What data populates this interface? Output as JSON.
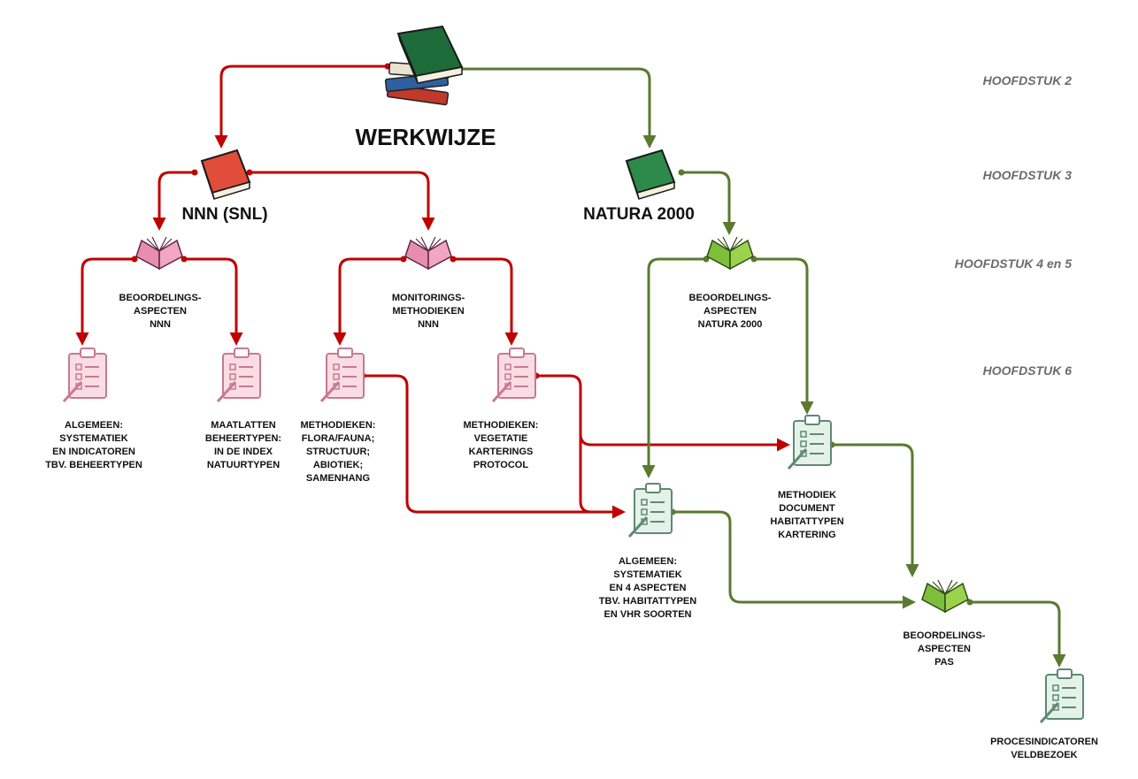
{
  "chapters": [
    "HOOFDSTUK 2",
    "HOOFDSTUK 3",
    "HOOFDSTUK 4 en 5",
    "HOOFDSTUK 6"
  ],
  "root": {
    "title": "WERKWIJZE",
    "icon": "stack-of-books-icon"
  },
  "branches": {
    "nnn": {
      "title": "NNN (SNL)",
      "icon": "red-book-icon",
      "color": "#c00000"
    },
    "natura": {
      "title": "NATURA 2000",
      "icon": "green-book-icon",
      "color": "#5a7a2e"
    }
  },
  "level3": {
    "nnn_beoordeling": [
      "BEOORDELINGS-",
      "ASPECTEN",
      "NNN"
    ],
    "nnn_monitoring": [
      "MONITORINGS-",
      "METHODIEKEN",
      "NNN"
    ],
    "natura_beoordeling": [
      "BEOORDELINGS-",
      "ASPECTEN",
      "NATURA 2000"
    ],
    "pas_beoordeling": [
      "BEOORDELINGS-",
      "ASPECTEN",
      "PAS"
    ]
  },
  "documents": {
    "algemeen_nnn": [
      "ALGEMEEN:",
      "SYSTEMATIEK",
      "EN INDICATOREN",
      "TBV. BEHEERTYPEN"
    ],
    "maatlatten": [
      "MAATLATTEN",
      "BEHEERTYPEN:",
      "IN DE INDEX",
      "NATUURTYPEN"
    ],
    "methodieken_flora": [
      "METHODIEKEN:",
      "FLORA/FAUNA;",
      "STRUCTUUR;",
      "ABIOTIEK;",
      "SAMENHANG"
    ],
    "methodieken_vegetatie": [
      "METHODIEKEN:",
      "VEGETATIE",
      "KARTERINGS",
      "PROTOCOL"
    ],
    "methodiek_document": [
      "METHODIEK",
      "DOCUMENT",
      "HABITATTYPEN",
      "KARTERING"
    ],
    "algemeen_habitat": [
      "ALGEMEEN:",
      "SYSTEMATIEK",
      "EN 4 ASPECTEN",
      "TBV. HABITATTYPEN",
      "EN VHR SOORTEN"
    ],
    "procesindicatoren": [
      "PROCESINDICATOREN",
      "VELDBEZOEK"
    ]
  },
  "colors": {
    "red": "#c00000",
    "green": "#5a7a2e",
    "pink_doc": "#f9dce4",
    "green_doc": "#e4f2ea"
  }
}
